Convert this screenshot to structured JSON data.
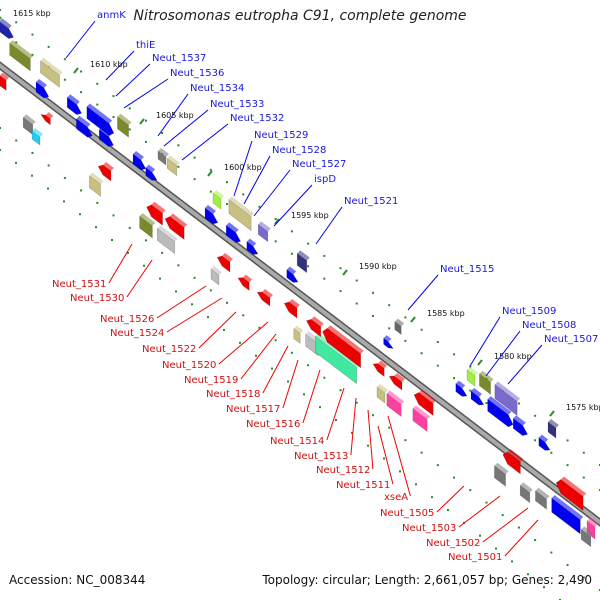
{
  "title": "Nitrosomonas eutropha C91, complete genome",
  "footer": {
    "accession": "Accession: NC_008344",
    "summary": "Topology: circular; Length: 2,661,057 bp; Genes: 2,490"
  },
  "scale_labels": [
    "1615 kbp",
    "1610 kbp",
    "1605 kbp",
    "1600 kbp",
    "1595 kbp",
    "1590 kbp",
    "1585 kbp",
    "1580 kbp",
    "1575 kbp"
  ],
  "forward_genes": [
    "anmK",
    "thiE",
    "Neut_1537",
    "Neut_1536",
    "Neut_1534",
    "Neut_1533",
    "Neut_1532",
    "Neut_1529",
    "Neut_1528",
    "Neut_1527",
    "ispD",
    "Neut_1521",
    "Neut_1515",
    "Neut_1509",
    "Neut_1508",
    "Neut_1507"
  ],
  "reverse_genes": [
    "Neut_1531",
    "Neut_1530",
    "Neut_1526",
    "Neut_1524",
    "Neut_1522",
    "Neut_1520",
    "Neut_1519",
    "Neut_1518",
    "Neut_1517",
    "Neut_1516",
    "Neut_1514",
    "Neut_1513",
    "Neut_1512",
    "Neut_1511",
    "xseA",
    "Neut_1505",
    "Neut_1503",
    "Neut_1502",
    "Neut_1501"
  ],
  "colors": {
    "forward_strand": "#0000ee",
    "reverse_strand": "#ee0000",
    "backbone": "#888888",
    "tick": "#2a8a2a",
    "olive": "#7a8a2a",
    "khaki": "#c8c080",
    "lavender": "#7a6acc",
    "green_mint": "#40e8a0",
    "pink": "#ff40a0",
    "lime": "#a0f040"
  }
}
